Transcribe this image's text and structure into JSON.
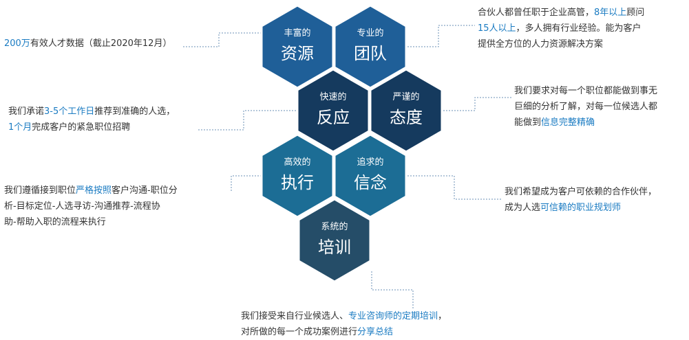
{
  "hexagons": [
    {
      "id": "resources",
      "title": "丰富的",
      "main": "资源",
      "color": "#1f5f98"
    },
    {
      "id": "team",
      "title": "专业的",
      "main": "团队",
      "color": "#1f5f98"
    },
    {
      "id": "response",
      "title": "快速的",
      "main": "反应",
      "color": "#153a5e"
    },
    {
      "id": "attitude",
      "title": "严谨的",
      "main": "态度",
      "color": "#153a5e"
    },
    {
      "id": "execution",
      "title": "高效的",
      "main": "执行",
      "color": "#1c6d95"
    },
    {
      "id": "belief",
      "title": "追求的",
      "main": "信念",
      "color": "#1c6d95"
    },
    {
      "id": "training",
      "title": "系统的",
      "main": "培训",
      "color": "#254d68"
    }
  ],
  "descriptions": {
    "resources": {
      "lines": [
        [
          {
            "text": "200万",
            "hl": true
          },
          {
            "text": "有效人才数据（截止2020年12月）",
            "hl": false
          }
        ]
      ]
    },
    "team": {
      "lines": [
        [
          {
            "text": "合伙人都曾任职于企业高管，",
            "hl": false
          },
          {
            "text": "8年以上",
            "hl": true
          },
          {
            "text": "顾问",
            "hl": false
          }
        ],
        [
          {
            "text": "15人以上",
            "hl": true
          },
          {
            "text": "，多人拥有行业经验。能为客户",
            "hl": false
          }
        ],
        [
          {
            "text": "提供全方位的人力资源解决方案",
            "hl": false
          }
        ]
      ]
    },
    "response": {
      "lines": [
        [
          {
            "text": "我们承诺",
            "hl": false
          },
          {
            "text": "3-5个工作日",
            "hl": true
          },
          {
            "text": "推荐到准确的人选，",
            "hl": false
          }
        ],
        [
          {
            "text": "1个月",
            "hl": true
          },
          {
            "text": "完成客户的紧急职位招聘",
            "hl": false
          }
        ]
      ]
    },
    "attitude": {
      "lines": [
        [
          {
            "text": "我们要求对每一个职位都能做到事无",
            "hl": false
          }
        ],
        [
          {
            "text": "巨细的分析了解，对每一位候选人都",
            "hl": false
          }
        ],
        [
          {
            "text": "能做到",
            "hl": false
          },
          {
            "text": "信息完整精确",
            "hl": true
          }
        ]
      ]
    },
    "execution": {
      "lines": [
        [
          {
            "text": "我们遵循接到职位",
            "hl": false
          },
          {
            "text": "严格按照",
            "hl": true
          },
          {
            "text": "客户沟通-职位分",
            "hl": false
          }
        ],
        [
          {
            "text": "析-目标定位-人选寻访-沟通推荐-流程协",
            "hl": false
          }
        ],
        [
          {
            "text": "助-帮助入职的流程来执行",
            "hl": false
          }
        ]
      ]
    },
    "belief": {
      "lines": [
        [
          {
            "text": "我们希望成为客户可依赖的合作伙伴，",
            "hl": false
          }
        ],
        [
          {
            "text": "成为人选",
            "hl": false
          },
          {
            "text": "可信赖的职业规划师",
            "hl": true
          }
        ]
      ]
    },
    "training": {
      "lines": [
        [
          {
            "text": "我们接受来自行业候选人、",
            "hl": false
          },
          {
            "text": "专业咨询师的定期培训",
            "hl": true
          },
          {
            "text": "，",
            "hl": false
          }
        ],
        [
          {
            "text": "对所做的每一个成功案例进行",
            "hl": false
          },
          {
            "text": "分享总结",
            "hl": true
          }
        ]
      ]
    }
  },
  "colors": {
    "highlight": "#1a7bc2",
    "text": "#333333",
    "connector": "#6a8fb5"
  }
}
